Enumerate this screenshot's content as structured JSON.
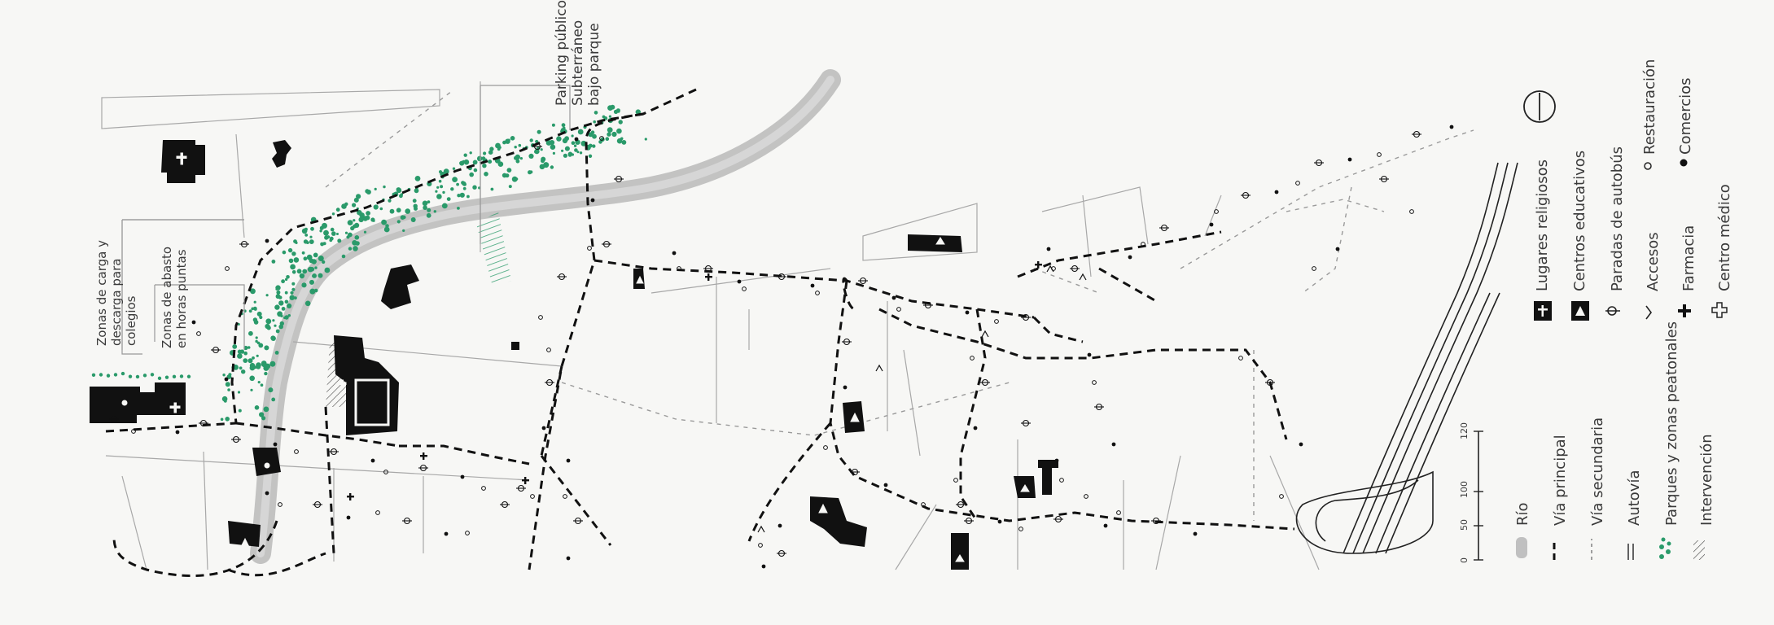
{
  "map": {
    "annotations": {
      "parking_line1": "Parking público",
      "parking_line2": "Subterráneo",
      "parking_line3": "bajo parque",
      "loading_line1": "Zonas de carga y",
      "loading_line2": "descarga para",
      "loading_line3": "colegios",
      "supply_line1": "Zonas de abasto",
      "supply_line2": "en horas puntas"
    },
    "colors": {
      "green": "#2a9a6a",
      "ink": "#111111",
      "river": "#b8b8b8",
      "thin_line": "#9a9a9a",
      "paper": "#f7f7f5"
    }
  },
  "legend": {
    "left_column": [
      {
        "symbol": "river-swatch-icon",
        "label": "Río"
      },
      {
        "symbol": "main-road-icon",
        "label": "Vía principal"
      },
      {
        "symbol": "secondary-road-icon",
        "label": "Vía secundaria"
      },
      {
        "symbol": "highway-icon",
        "label": "Autovía"
      },
      {
        "symbol": "park-dots-icon",
        "label": "Parques y zonas peatonales"
      },
      {
        "symbol": "hatch-icon",
        "label": "Intervención"
      }
    ],
    "right_column": [
      {
        "symbol": "church-cross-icon",
        "label": "Lugares religiosos"
      },
      {
        "symbol": "school-triangle-icon",
        "label": "Centros educativos"
      },
      {
        "symbol": "bus-stop-icon",
        "label": "Paradas de autobús"
      },
      {
        "symbol": "access-caret-icon",
        "label": "Accesos"
      },
      {
        "symbol": "pharmacy-cross-icon",
        "label": "Farmacia"
      },
      {
        "symbol": "medical-cross-icon",
        "label": "Centro médico"
      }
    ],
    "far_right_column": [
      {
        "symbol": "restaurant-circle-icon",
        "label": "Restauración"
      },
      {
        "symbol": "commerce-dot-icon",
        "label": "Comercios"
      }
    ],
    "scale_bar": {
      "ticks": [
        "0",
        "50",
        "100",
        "120"
      ]
    }
  }
}
